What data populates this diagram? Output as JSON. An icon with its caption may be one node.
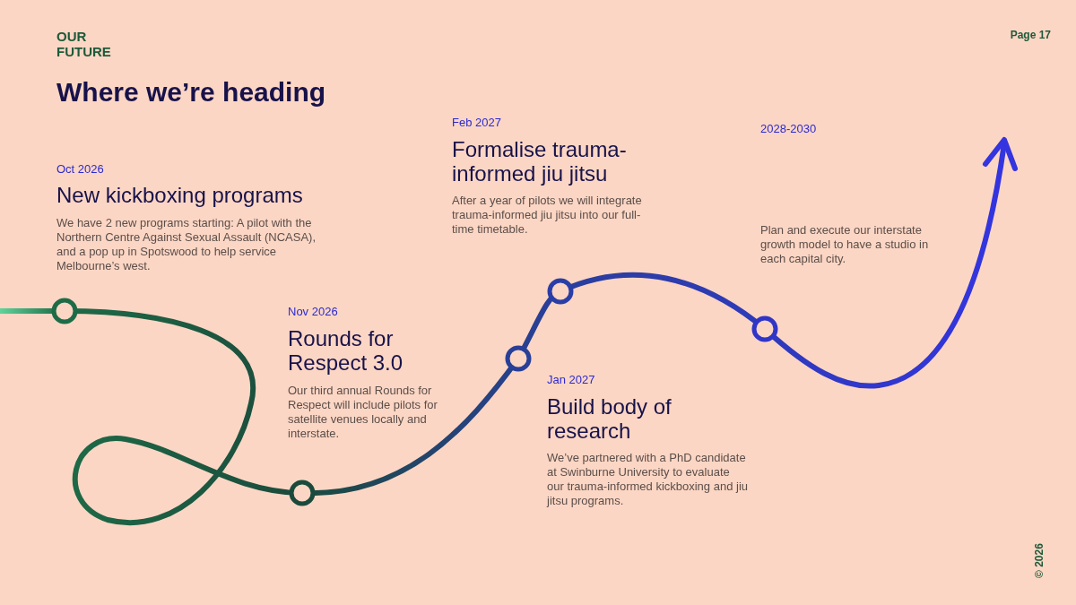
{
  "diagram": {
    "title": "Where we’re heading",
    "labels": [
      "OUR FUTURE",
      "Page 17",
      "Oct 2026",
      "New kickboxing programs",
      "We have 2 new programs starting: A pilot with the Northern Centre Against Sexual Assault (NCASA), and a pop up in Spotswood to help service Melbourne’s west.",
      "Nov 2026",
      "Rounds for Respect 3.0",
      "Our third annual Rounds for Respect will include pilots for satellite venues locally and interstate.",
      "Jan 2027",
      "Build body of research",
      "We’ve partnered with a PhD candidate at Swinburne University to evaluate our trauma-informed kickboxing and jiu jitsu programs.",
      "Feb 2027",
      "Formalise trauma-informed jiu jitsu",
      "After a year of pilots we will integrate trauma-informed jiu jitsu into our full-time timetable.",
      "2028-2030",
      "Plan and execute our interstate growth model to have a studio in each capital city.",
      "© 2026"
    ]
  }
}
